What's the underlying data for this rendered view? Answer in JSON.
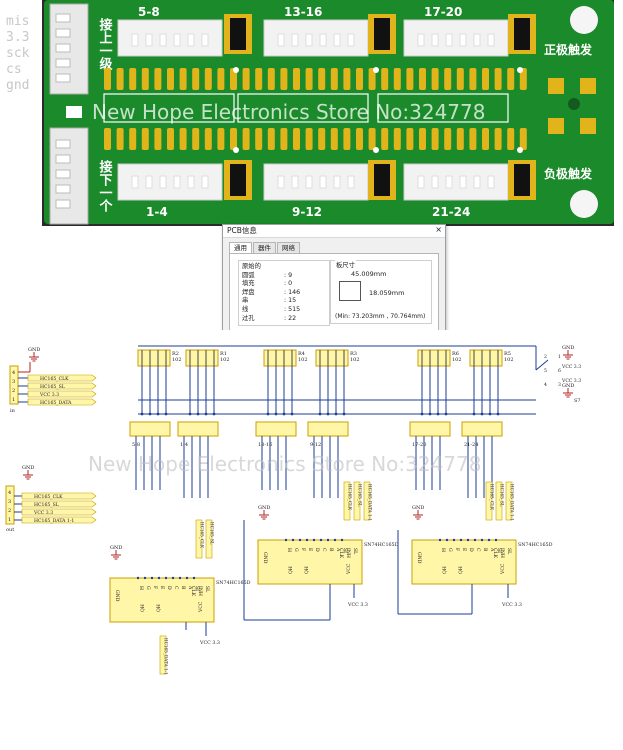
{
  "pcb": {
    "signal_labels": [
      "mis",
      "3.3",
      "sck",
      "cs",
      "gnd"
    ],
    "top_connectors": [
      "5-8",
      "13-16",
      "17-20"
    ],
    "bottom_connectors": [
      "1-4",
      "9-12",
      "21-24"
    ],
    "left_top_label": "接上一级",
    "left_bottom_label": "接下一个",
    "positive_trigger": "正极触发",
    "negative_trigger": "负极触发",
    "colors": {
      "board": "#1a8a2a",
      "pad": "#e0b41a",
      "silk": "#ffffff",
      "ic": "#111111"
    }
  },
  "watermark": "New Hope Electronics Store No:324778",
  "dialog": {
    "title": "PCB信息",
    "close": "×",
    "tabs": [
      "通用",
      "器件",
      "网络"
    ],
    "stats": [
      {
        "k": "原始的",
        "v": ""
      },
      {
        "k": "圆弧",
        "v": ": 9"
      },
      {
        "k": "填充",
        "v": ": 0"
      },
      {
        "k": "焊盘",
        "v": ": 146"
      },
      {
        "k": "串",
        "v": ": 15"
      },
      {
        "k": "线",
        "v": ": 515"
      },
      {
        "k": "过孔",
        "v": ": 22"
      }
    ],
    "size_title": "板尺寸",
    "width": "45.009mm",
    "height": "18.059mm",
    "min": "(Min: 73.203mm , 70.764mm)"
  },
  "schematic": {
    "watermark": "New Hope Electronics Store No:324778",
    "in_net": [
      "HC165_CLK",
      "HC165_SL",
      "VCC 3.3",
      "HC165_DATA"
    ],
    "out_net": [
      "HC165_CLK",
      "HC165_SL",
      "VCC 3.3",
      "HC165_DATA 1-1"
    ],
    "in_label": "in",
    "out_label": "out",
    "gnd": "GND",
    "vcc": "VCC 3.3",
    "ic": "SN74HC165D",
    "resistors": [
      "R2",
      "R1",
      "R4",
      "R3",
      "R6",
      "R5"
    ],
    "res_value": "102",
    "groups": [
      "5-8",
      "1-4",
      "13-16",
      "9-12",
      "17-20",
      "21-24"
    ],
    "switch": "S7",
    "ic_pins_top": [
      "H",
      "G",
      "F",
      "E",
      "D",
      "C",
      "B",
      "A",
      "SI"
    ],
    "ic_pins_right": [
      "CLK",
      "INH",
      "SL"
    ],
    "ic_pins_bottom": [
      "QH",
      "QH"
    ],
    "net_tags": [
      "HC165_CLK",
      "HC165_SL",
      "HC165_DATA 1-1"
    ]
  }
}
